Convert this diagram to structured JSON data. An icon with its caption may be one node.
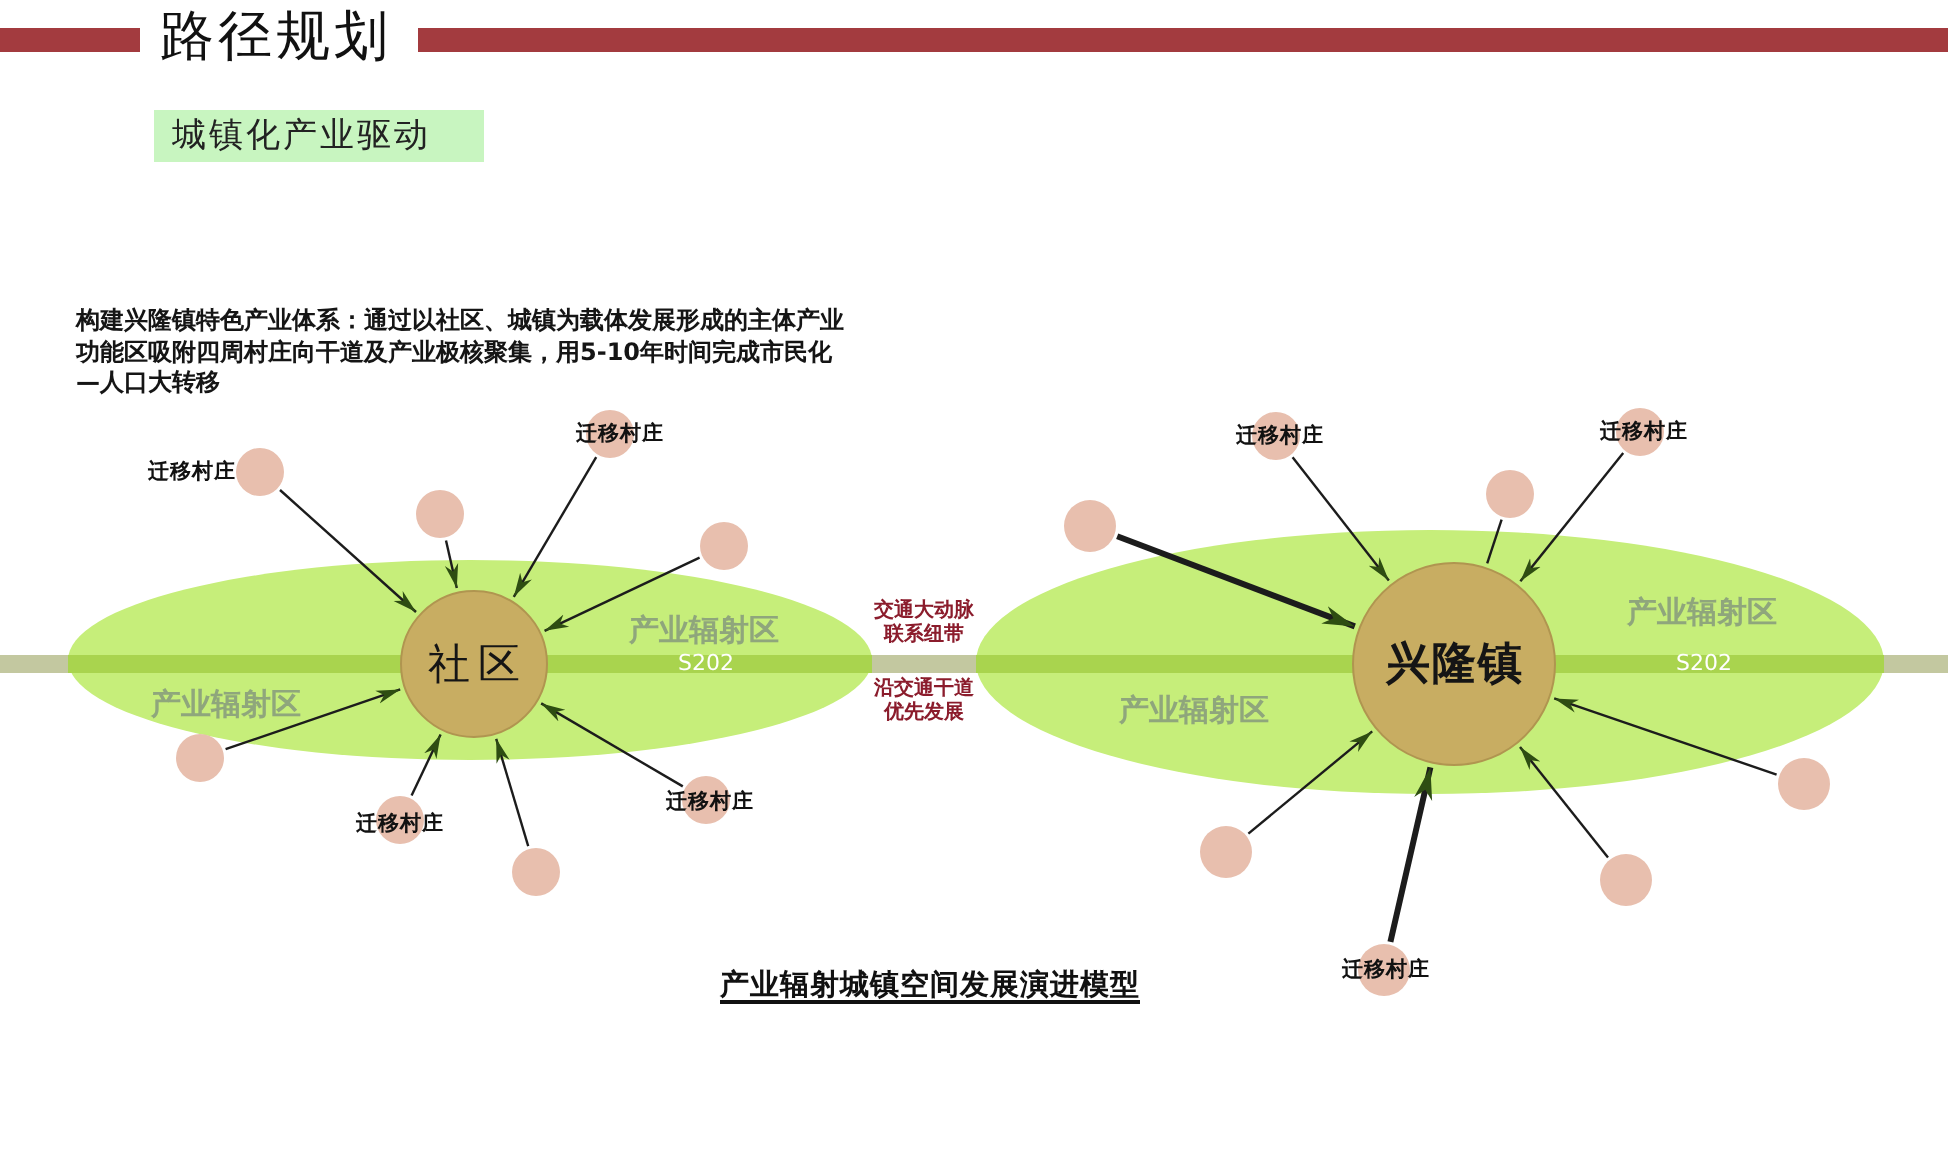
{
  "diagram": {
    "title": "路径规划",
    "caption": "产业辐射城镇空间发展演进模型",
    "nodes": [
      {
        "text": [
          "城镇化产业驱动"
        ]
      },
      {
        "text": [
          "产业辐射区",
          "产业辐射区"
        ]
      },
      {
        "text": [
          "社区"
        ],
        "in": 1
      },
      {
        "text": [
          "迁移村庄"
        ]
      },
      {
        "text": [
          "迁移村庄"
        ]
      },
      {
        "text": [],
        "shape": "circle"
      },
      {
        "text": [],
        "shape": "circle"
      },
      {
        "text": [],
        "shape": "circle"
      },
      {
        "text": [
          "迁移村庄"
        ]
      },
      {
        "text": [
          "迁移村庄"
        ]
      },
      {
        "text": [],
        "shape": "circle"
      },
      {
        "text": [
          "产业辐射区",
          "产业辐射区"
        ]
      },
      {
        "text": [
          "兴隆镇"
        ],
        "in": 11
      },
      {
        "text": [
          "迁移村庄"
        ]
      },
      {
        "text": [
          "迁移村庄"
        ]
      },
      {
        "text": [],
        "shape": "circle"
      },
      {
        "text": [],
        "shape": "circle"
      },
      {
        "text": [],
        "shape": "circle"
      },
      {
        "text": [],
        "shape": "circle"
      },
      {
        "text": [],
        "shape": "circle"
      },
      {
        "text": [
          "迁移村庄"
        ]
      }
    ],
    "edges": [
      {
        "from": 3,
        "to": 2,
        "arrow": "to"
      },
      {
        "from": 4,
        "to": 2,
        "arrow": "to"
      },
      {
        "from": 5,
        "to": 2,
        "arrow": "to"
      },
      {
        "from": 6,
        "to": 2,
        "arrow": "to"
      },
      {
        "from": 7,
        "to": 2,
        "arrow": "to"
      },
      {
        "from": 8,
        "to": 2,
        "arrow": "to"
      },
      {
        "from": 9,
        "to": 2,
        "arrow": "to"
      },
      {
        "from": 10,
        "to": 2,
        "arrow": "to"
      },
      {
        "from": 13,
        "to": 12,
        "arrow": "to"
      },
      {
        "from": 14,
        "to": 12,
        "arrow": "to"
      },
      {
        "from": 15,
        "to": 12,
        "arrow": "to",
        "style": "thick"
      },
      {
        "from": 16,
        "to": 12,
        "arrow": "none"
      },
      {
        "from": 17,
        "to": 12,
        "arrow": "to"
      },
      {
        "from": 18,
        "to": 12,
        "arrow": "to"
      },
      {
        "from": 19,
        "to": 12,
        "arrow": "to"
      },
      {
        "from": 20,
        "to": 12,
        "arrow": "to",
        "style": "thick"
      }
    ],
    "labels": [
      "构建兴隆镇特色产业体系：通过以社区、城镇为载体发展形成的主体产业功能区吸附四周村庄向干道及产业极核聚集，用5-10年时间完成市民化—人口大转移",
      "交通大动脉联系纽带",
      "S202",
      "S202",
      "沿交通干道优先发展"
    ]
  }
}
